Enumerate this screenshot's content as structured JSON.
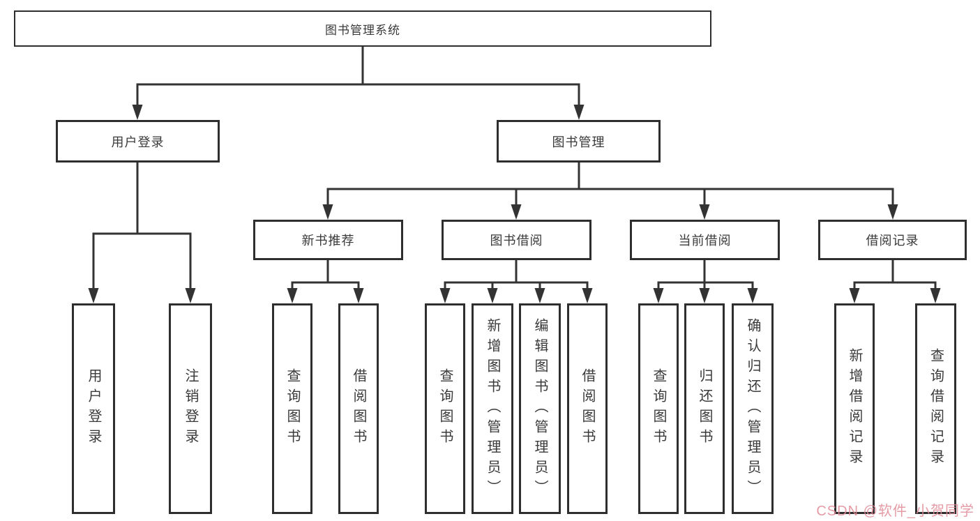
{
  "diagram": {
    "root": {
      "label": "图书管理系统"
    },
    "level2": {
      "user_login": {
        "label": "用户登录"
      },
      "book_management": {
        "label": "图书管理"
      }
    },
    "level3": {
      "new_book_recommend": {
        "label": "新书推荐"
      },
      "book_borrow": {
        "label": "图书借阅"
      },
      "current_borrow": {
        "label": "当前借阅"
      },
      "borrow_records": {
        "label": "借阅记录"
      }
    },
    "leaves": {
      "user_login": {
        "label": "用户登录"
      },
      "logout": {
        "label": "注销登录"
      },
      "query_books_recommend": {
        "label": "查询图书"
      },
      "borrow_books_recommend": {
        "label": "借阅图书"
      },
      "query_books_borrow": {
        "label": "查询图书"
      },
      "add_books_admin": {
        "label": "新增图书（管理员）"
      },
      "edit_books_admin": {
        "label": "编辑图书（管理员）"
      },
      "borrow_books_borrow": {
        "label": "借阅图书"
      },
      "query_books_current": {
        "label": "查询图书"
      },
      "return_books": {
        "label": "归还图书"
      },
      "confirm_return_admin": {
        "label": "确认归还（管理员）"
      },
      "add_borrow_record": {
        "label": "新增借阅记录"
      },
      "query_borrow_record": {
        "label": "查询借阅记录"
      }
    }
  },
  "watermark": {
    "text": "CSDN @软件_小贺同学"
  },
  "colors": {
    "line": "#333333",
    "box_border": "#2e2e2e",
    "text": "#3a3a3a",
    "background": "#ffffff",
    "watermark": "#e18a96"
  }
}
